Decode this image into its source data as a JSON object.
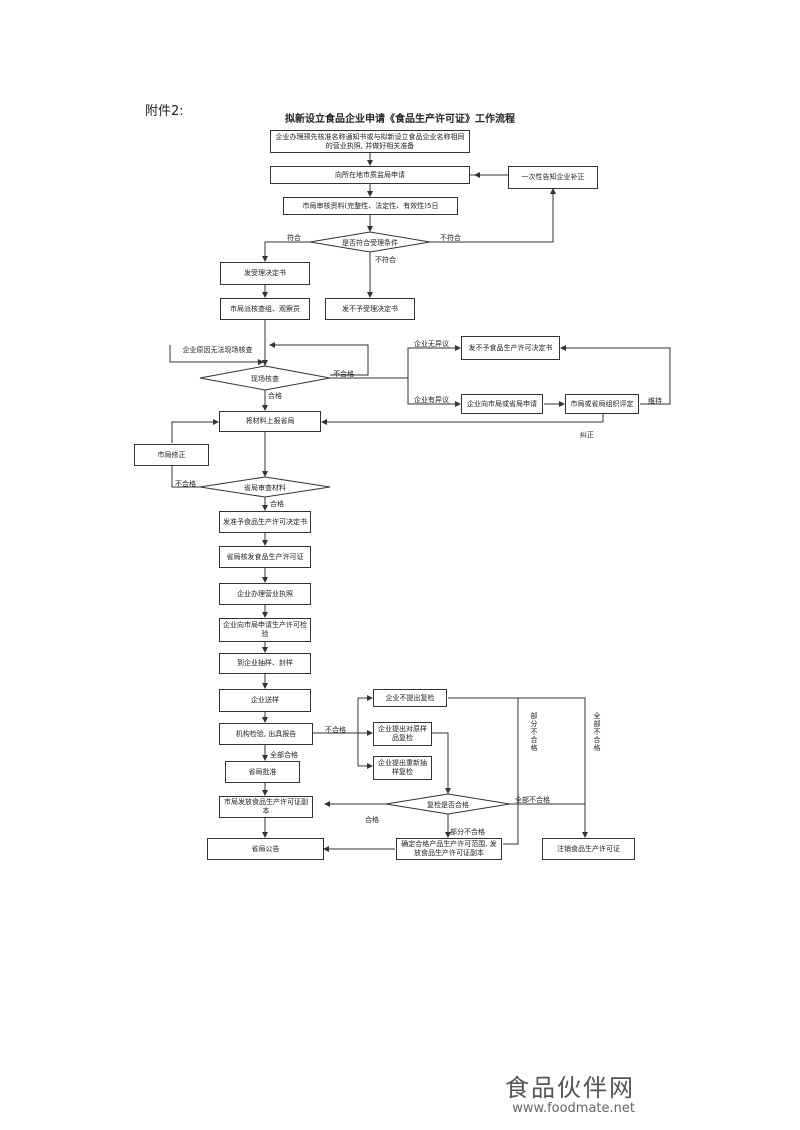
{
  "header": {
    "attachment": "附件2:",
    "title": "拟新设立食品企业申请《食品生产许可证》工作流程"
  },
  "nodes": {
    "n1": "企业办理预先核准名称通知书或与拟新设立食品企业名称相同的营业执照, 并做好相关准备",
    "n2": "向所在地市质监局申请",
    "n3": "一次性告知企业补正",
    "n4": "市局审核资料(完整性、法定性、有效性)5日",
    "d1": "是否符合受理条件",
    "n5": "发受理决定书",
    "n6": "发不予受理决定书",
    "n7": "市局派核查组、观察员",
    "n8": "企业原因无法现场核查",
    "d2": "现场核查",
    "n9": "发不予食品生产许可决定书",
    "n10": "企业向市局或省局申请",
    "n11": "市局或省局组织评定",
    "n12": "将材料上报省局",
    "n13": "市局修正",
    "d3": "省局审查材料",
    "n14": "发准予食品生产许可决定书",
    "n15": "省局核发食品生产许可证",
    "n16": "企业办理营业执照",
    "n17": "企业向市局申请生产许可检验",
    "n18": "到企业抽样、封样",
    "n19": "企业送样",
    "n20": "机构检验, 出具报告",
    "n21": "省局批准",
    "n22": "市局发放食品生产许可证副本",
    "n23": "省局公告",
    "n24": "企业不提出复检",
    "n25": "企业提出对原样品复检",
    "n26": "企业提出重新抽样复检",
    "d4": "复检是否合格",
    "n27": "确定合格产品生产许可范围, 发放食品生产许可证副本",
    "n28": "注销食品生产许可证"
  },
  "labels": {
    "pass": "符合",
    "fail": "不符合",
    "fail2": "不符合",
    "no_objection": "企业无异议",
    "unqualified": "不合格",
    "qualified": "合格",
    "objection": "企业有异议",
    "maintain": "维持",
    "correct": "纠正",
    "unqualified2": "不合格",
    "qualified2": "合格",
    "unqualified3": "不合格",
    "all_pass": "全部合格",
    "partial_fail_v": "部分不合格",
    "all_fail_v": "全部不合格",
    "all_fail": "全部不合格",
    "qualified3": "合格",
    "partial_fail": "部分不合格"
  },
  "watermark": {
    "brand": "食品伙伴网",
    "url": "www.foodmate.net"
  }
}
